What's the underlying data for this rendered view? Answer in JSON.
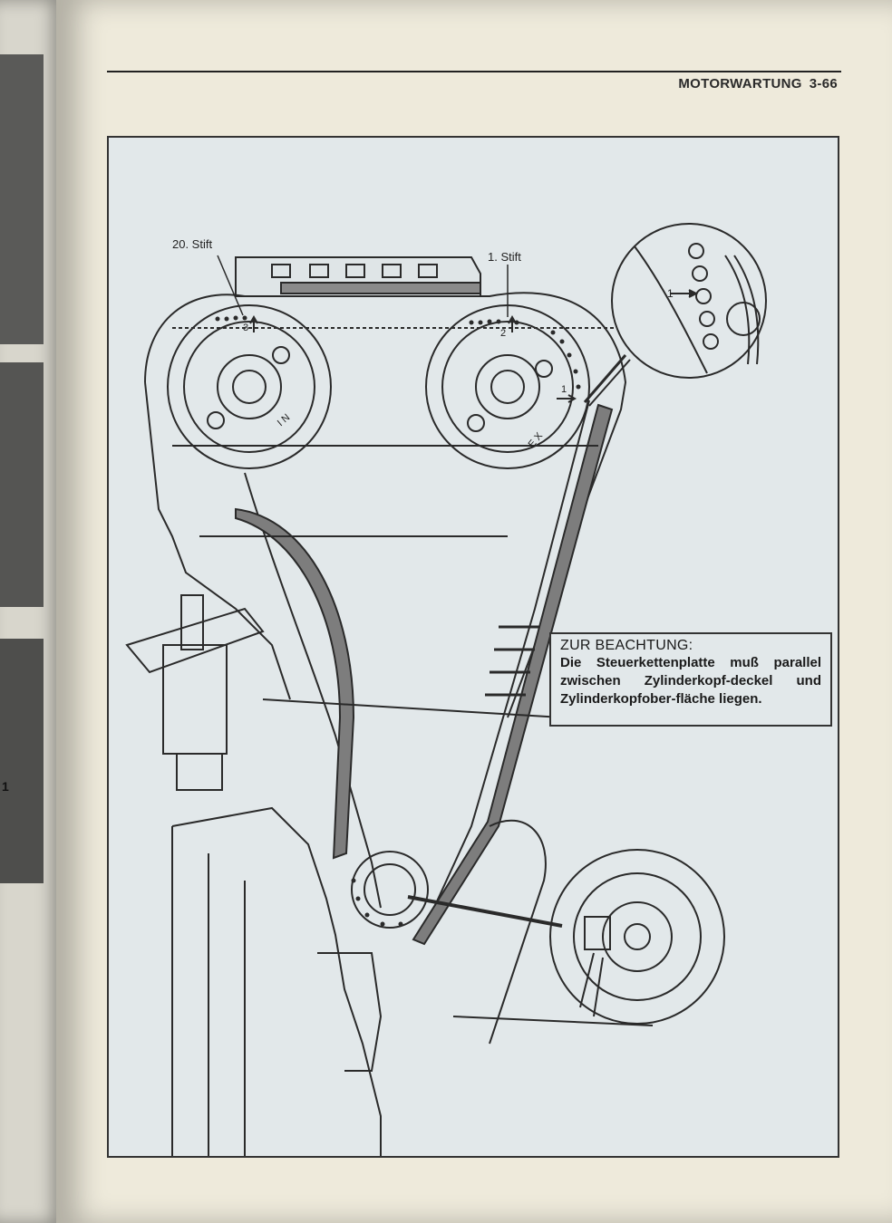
{
  "header": {
    "section": "MOTORWARTUNG",
    "page_number": "3-66"
  },
  "figure": {
    "labels": {
      "pin_20": "20. Stift",
      "pin_1": "1. Stift",
      "mark_3": "3",
      "mark_2": "2",
      "mark_1_chain": "1",
      "mark_1_detail": "1",
      "intake": "I N",
      "exhaust": "E X"
    }
  },
  "note": {
    "title": "ZUR BEACHTUNG:",
    "text": "Die Steuerkettenplatte muß parallel zwischen Zylinderkopf-deckel und Zylinderkopfober-fläche liegen."
  },
  "left_page": {
    "fragment": "1"
  }
}
